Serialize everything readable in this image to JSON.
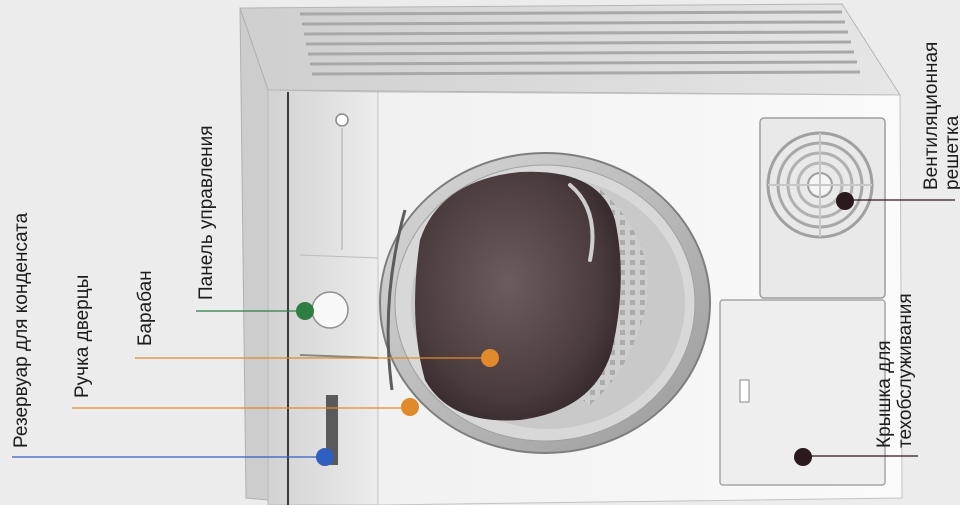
{
  "labels": {
    "reservoir": "Резервуар для конденсата",
    "door_handle": "Ручка дверцы",
    "drum": "Барабан",
    "control_panel": "Панель управления",
    "vent_line1": "Вентиляционная",
    "vent_line2": "решетка",
    "service_line1": "Крышка для",
    "service_line2": "техобслуживания"
  },
  "colors": {
    "background": "#ececec",
    "reservoir_marker": "#2f5fc0",
    "door_handle_marker": "#e08a2c",
    "drum_marker": "#e08a2c",
    "control_panel_marker": "#2e7d45",
    "vent_marker": "#2a1a1e",
    "service_marker": "#2a1a1e"
  },
  "icons": {
    "reservoir": "dot-marker",
    "door_handle": "dot-marker",
    "drum": "dot-marker",
    "control_panel": "dot-marker",
    "vent": "dot-marker",
    "service": "dot-marker"
  }
}
